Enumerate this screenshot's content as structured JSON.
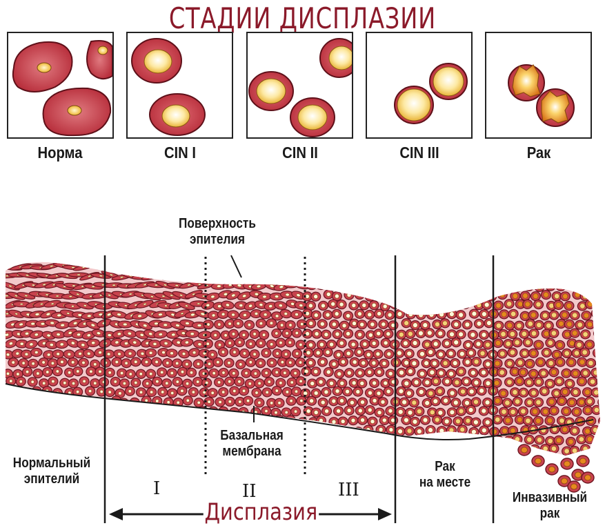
{
  "title": "СТАДИИ ДИСПЛАЗИИ",
  "panels": [
    {
      "label": "Норма"
    },
    {
      "label": "CIN I"
    },
    {
      "label": "CIN II"
    },
    {
      "label": "CIN III"
    },
    {
      "label": "Рак"
    }
  ],
  "labels": {
    "surface": "Поверхность\nэпителия",
    "basal": "Базальная\nмембрана",
    "normal": "Нормальный\nэпителий",
    "insitu": "Рак\nна месте",
    "invasive": "Инвазивный\nрак",
    "dysplasia": "Дисплазия"
  },
  "stages": [
    "I",
    "II",
    "III"
  ],
  "colors": {
    "title": "#8b1a2a",
    "cell_border": "#6b1520",
    "cytoplasm": "#c8434e",
    "nucleus": "#f5d27a",
    "nucleus_center": "#fff8dc",
    "cancer_nucleus": "#e68a1e"
  }
}
